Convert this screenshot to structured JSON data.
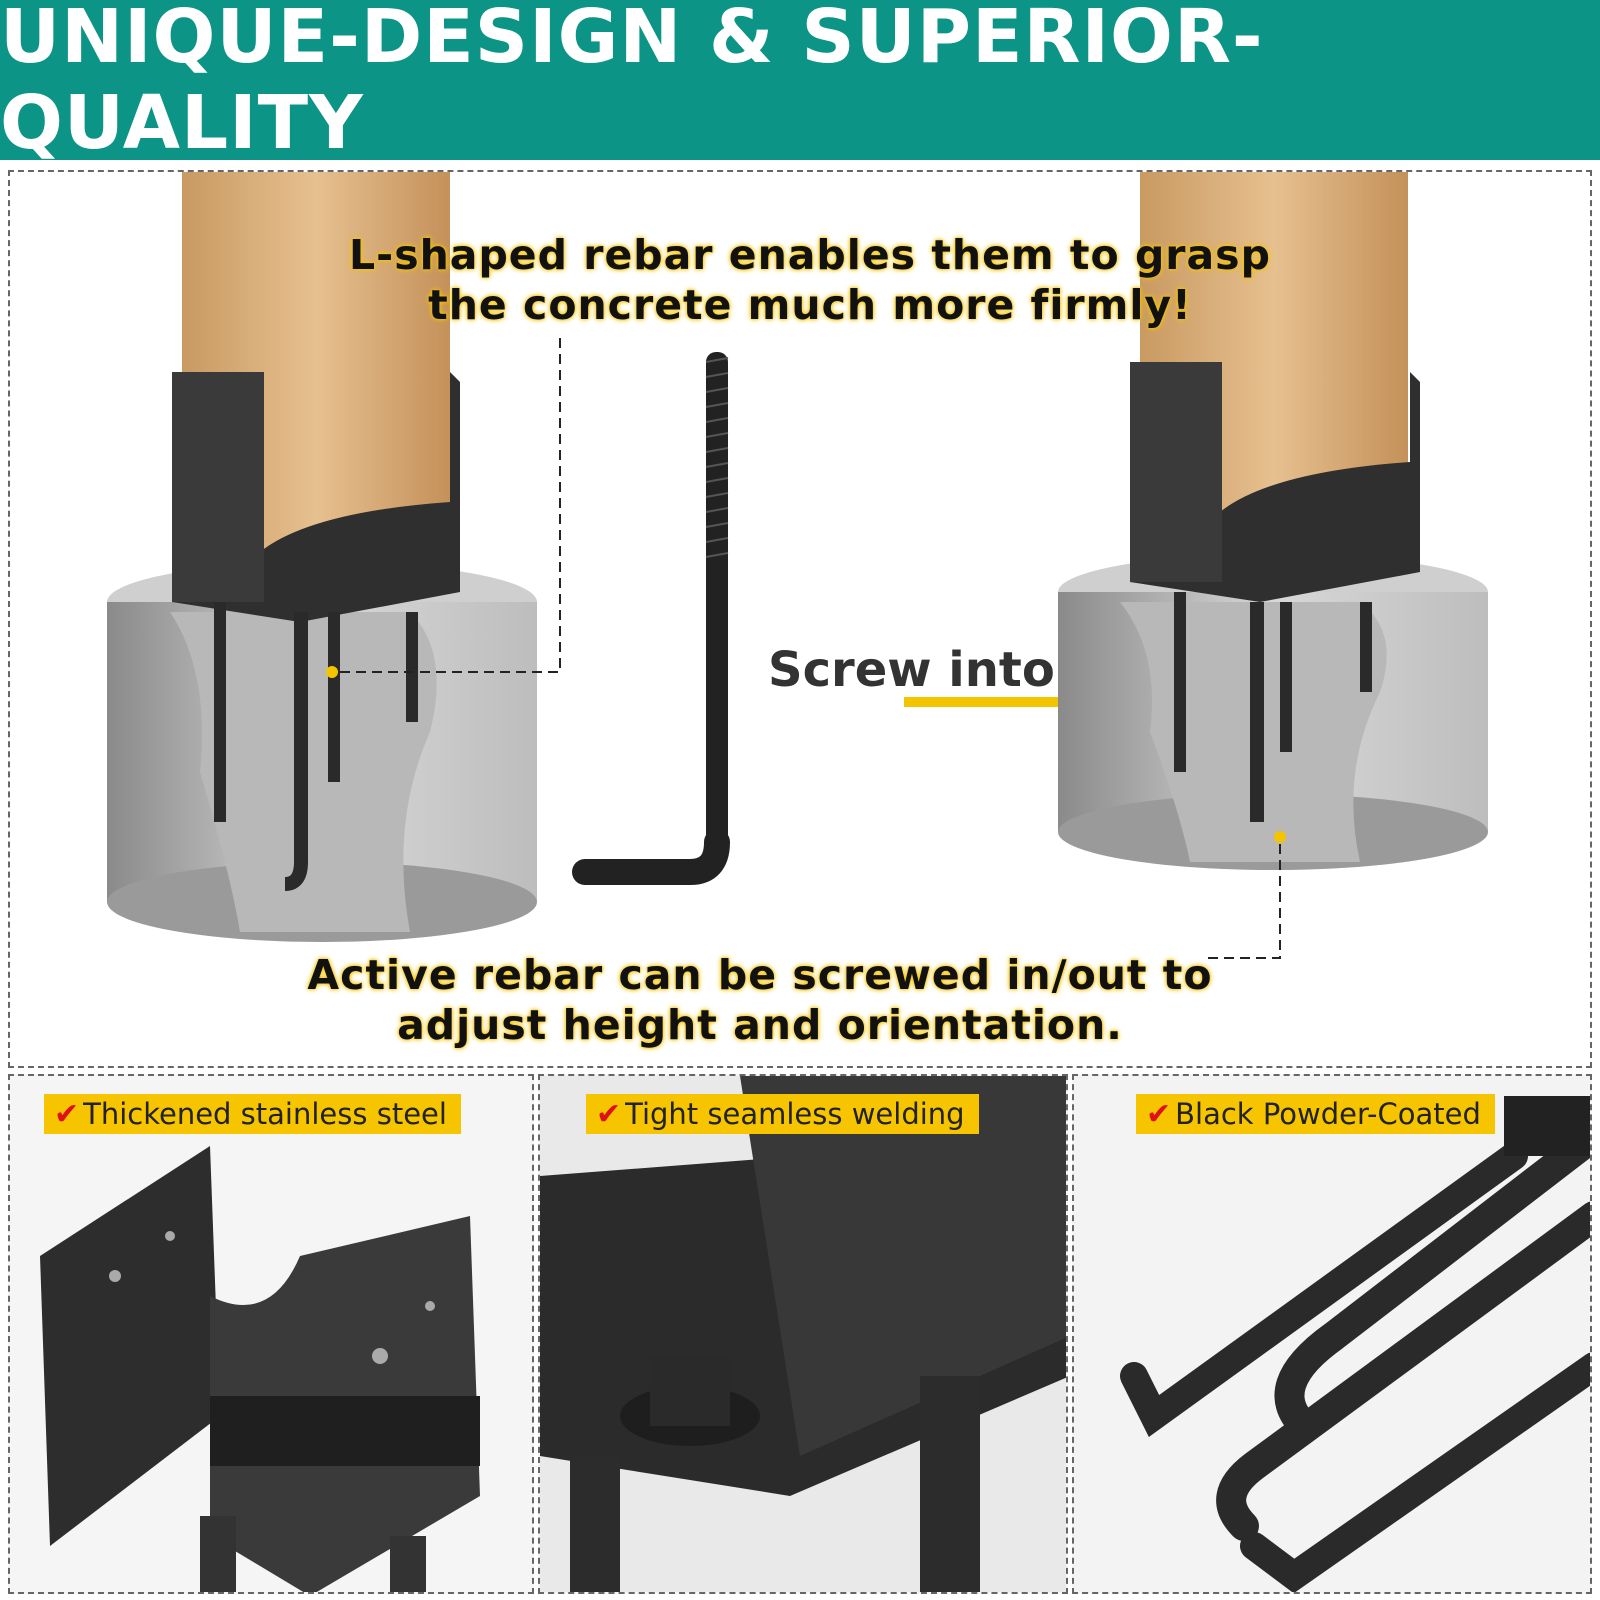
{
  "header": {
    "title": "UNIQUE-DESIGN & SUPERIOR-QUALITY"
  },
  "hero": {
    "callout_top_line1": "L-shaped rebar enables them to grasp",
    "callout_top_line2": "the concrete much more firmly!",
    "screw_label": "Screw into",
    "callout_bottom_line1": "Active rebar can be screwed in/out to",
    "callout_bottom_line2": "adjust height and orientation."
  },
  "features": [
    {
      "label": "Thickened stainless steel",
      "icon": "red-check-icon"
    },
    {
      "label": "Tight seamless welding",
      "icon": "red-check-icon"
    },
    {
      "label": "Black Powder-Coated",
      "icon": "red-check-icon"
    }
  ],
  "colors": {
    "banner": "#0c9586",
    "highlight": "#f7c500",
    "check": "#e0101a"
  }
}
